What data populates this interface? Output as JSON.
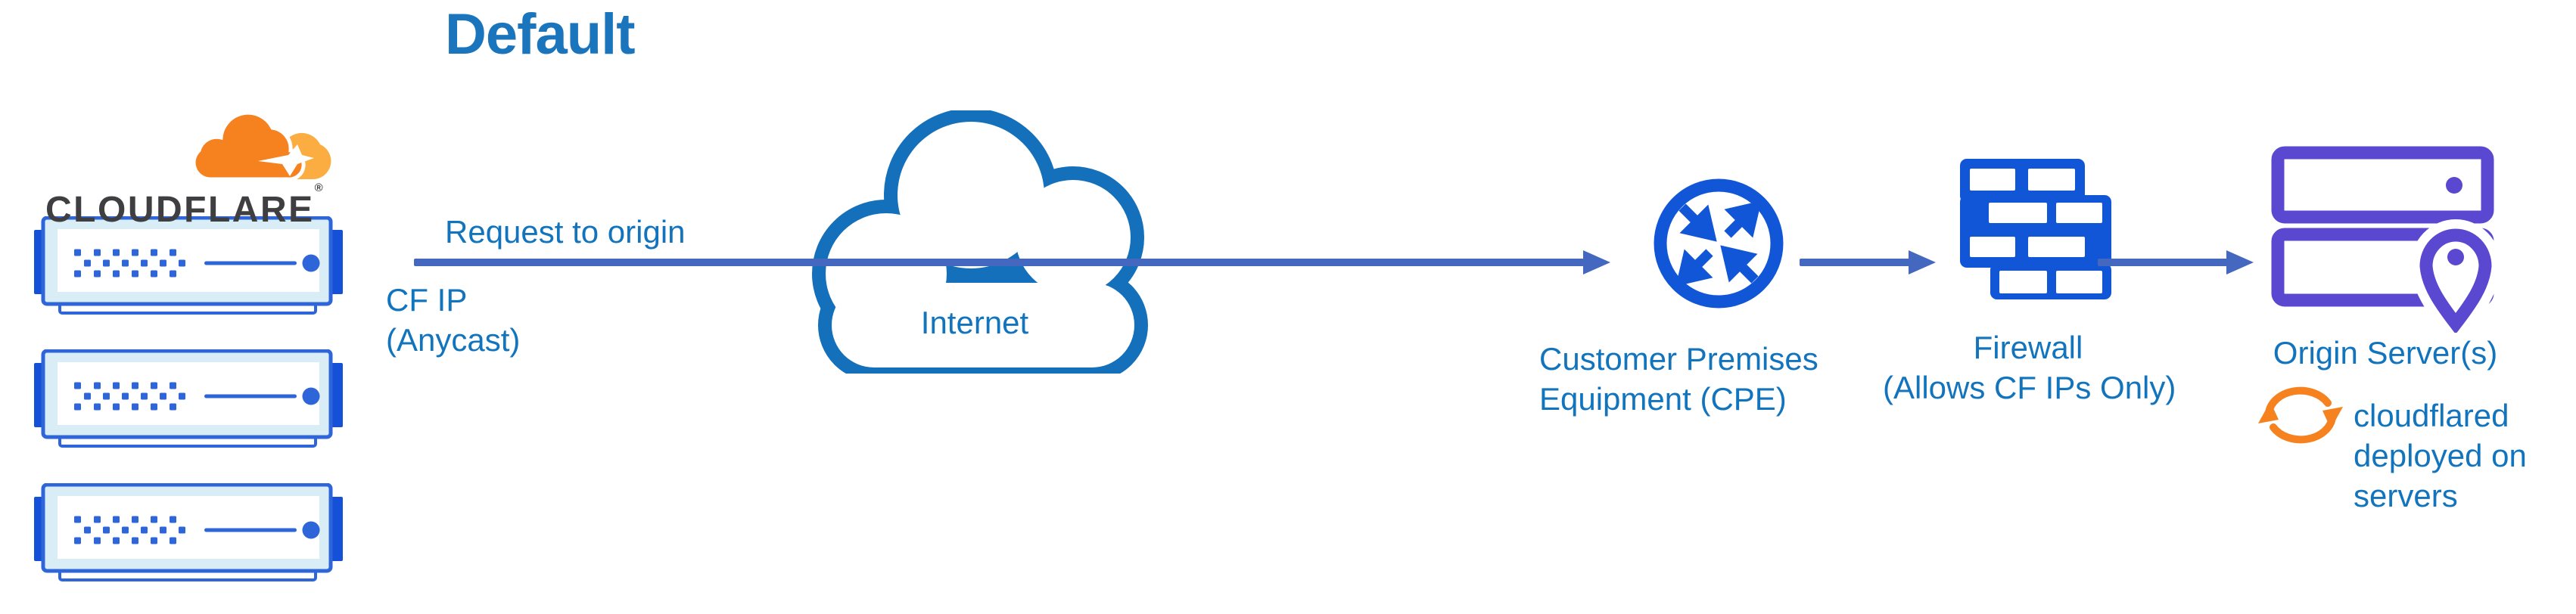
{
  "title": "Default",
  "brand": {
    "wordmark": "CLOUDFLARE",
    "registered_mark": "®"
  },
  "labels": {
    "request_to_origin": "Request to origin",
    "cf_ip_line1": "CF IP",
    "cf_ip_line2": "(Anycast)",
    "internet": "Internet",
    "cpe_line1": "Customer Premises",
    "cpe_line2": "Equipment (CPE)",
    "firewall_line1": "Firewall",
    "firewall_line2": "(Allows CF IPs Only)",
    "origin": "Origin Server(s)",
    "cloudflared_line1": "cloudflared",
    "cloudflared_line2": "deployed on",
    "cloudflared_line3": "servers"
  },
  "icons": {
    "logo": "cloudflare-logo",
    "edge_servers": "cloudflare-server-stack (3 servers)",
    "internet": "internet-cloud",
    "cpe": "cpe-router-circle-arrows",
    "firewall": "firewall-brick-wall",
    "origin": "origin-servers-with-location-pin",
    "cloudflared": "sync-arrows"
  },
  "colors": {
    "title-blue": "#1b75bc",
    "label-blue": "#1274bd",
    "arrow-blue": "#4468bf",
    "cloud-blue": "#1470ba",
    "icon-blue": "#1256d8",
    "server-border": "#2e66d9",
    "server-tab": "#1450d8",
    "server-fill": "#d9edf6",
    "origin-purple": "#5a49d0",
    "brand-orange": "#f6821f",
    "brand-orange-light": "#fbad41",
    "wordmark-dark": "#3f3f41"
  }
}
